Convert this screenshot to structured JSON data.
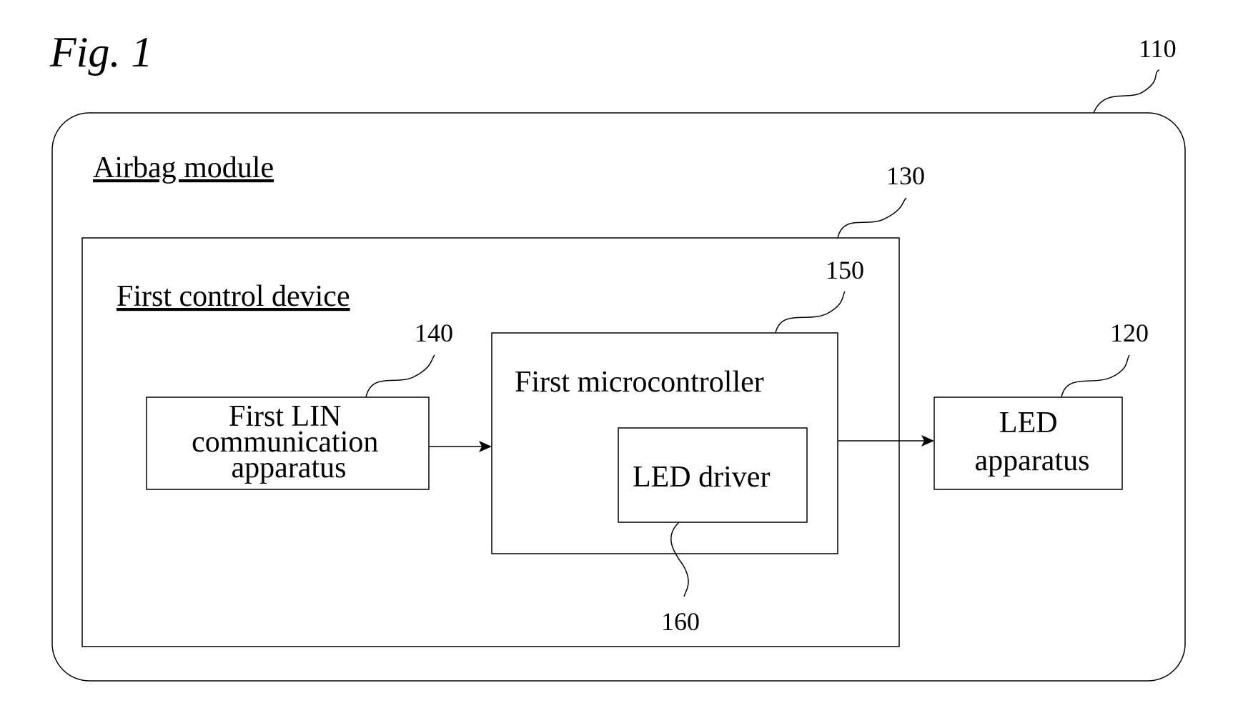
{
  "figure": {
    "title": "Fig. 1"
  },
  "airbag_module": {
    "ref": "110",
    "label": "Airbag module"
  },
  "control_device": {
    "ref": "130",
    "label": "First control device"
  },
  "lin_apparatus": {
    "ref": "140",
    "lines": [
      "First LIN",
      "communication",
      "apparatus"
    ]
  },
  "microcontroller": {
    "ref": "150",
    "label": "First microcontroller"
  },
  "led_driver": {
    "ref": "160",
    "label": "LED driver"
  },
  "led_apparatus": {
    "ref": "120",
    "lines": [
      "LED",
      "apparatus"
    ]
  },
  "connections": [
    {
      "from": "lin_apparatus",
      "to": "microcontroller"
    },
    {
      "from": "microcontroller",
      "to": "led_apparatus"
    }
  ]
}
